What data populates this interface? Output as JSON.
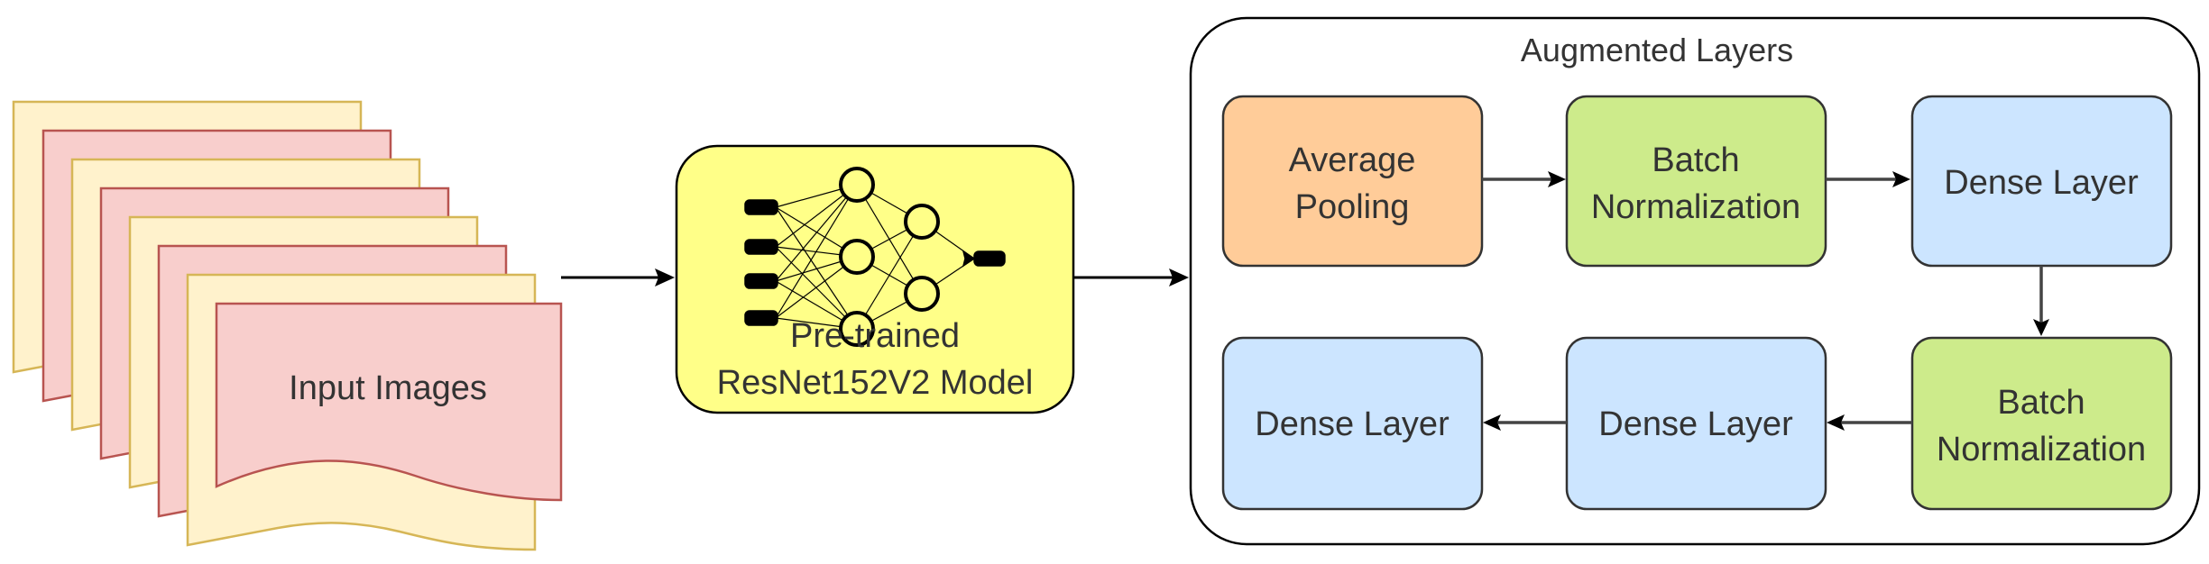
{
  "input": {
    "label": "Input Images"
  },
  "model": {
    "label_line1": "Pre-trained",
    "label_line2": "ResNet152V2 Model"
  },
  "augmented": {
    "title": "Augmented Layers",
    "average_pooling": {
      "line1": "Average",
      "line2": "Pooling"
    },
    "batch_norm_1": {
      "line1": "Batch",
      "line2": "Normalization"
    },
    "dense_1": {
      "label": "Dense Layer"
    },
    "batch_norm_2": {
      "line1": "Batch",
      "line2": "Normalization"
    },
    "dense_2": {
      "label": "Dense Layer"
    },
    "dense_3": {
      "label": "Dense Layer"
    }
  },
  "colors": {
    "doc_yellow": "#fff2cc",
    "doc_yellow_border": "#d6b656",
    "doc_pink": "#f8cecc",
    "doc_pink_border": "#b85450",
    "model_fill": "#ffff88",
    "average_pooling": "#ffcc99",
    "batch_norm": "#cdeb8b",
    "dense": "#cce5ff"
  },
  "icons": {
    "neural_network": "neural-network-icon"
  }
}
